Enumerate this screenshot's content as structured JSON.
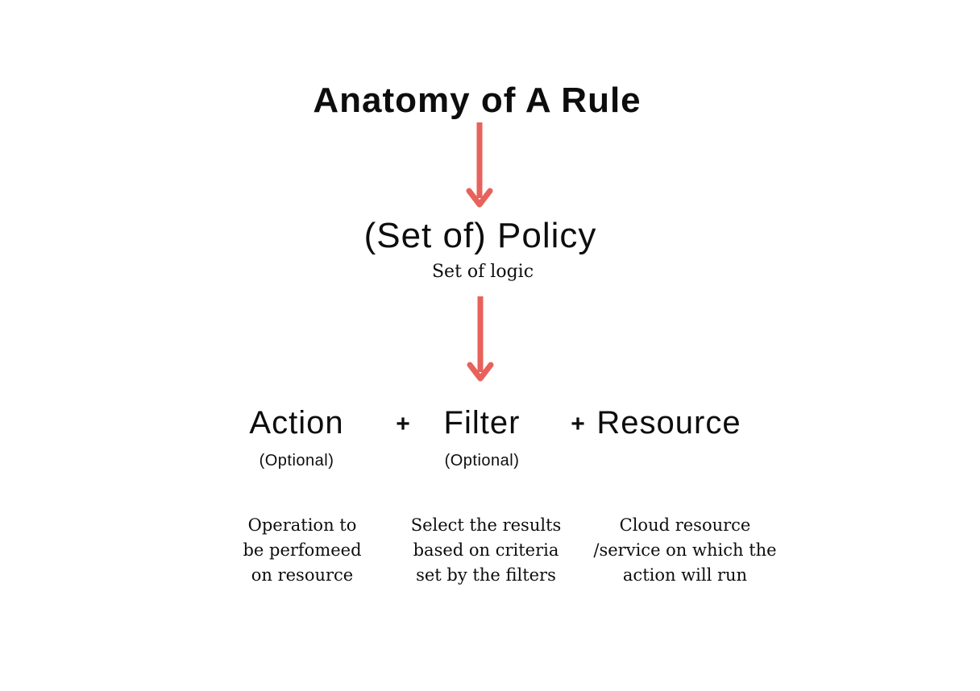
{
  "colors": {
    "background": "#ffffff",
    "text": "#0d0d0d",
    "arrow": "#e8625b"
  },
  "title": "Anatomy of A Rule",
  "policy": {
    "label": "(Set of) Policy",
    "sublabel": "Set of logic"
  },
  "plus": "+",
  "icons": {
    "arrow": "down-arrow-icon"
  },
  "components": [
    {
      "label": "Action",
      "optional": "(Optional)",
      "description_lines": [
        "Operation to",
        "be perfomeed",
        "on resource"
      ]
    },
    {
      "label": "Filter",
      "optional": "(Optional)",
      "description_lines": [
        "Select the results",
        "based on criteria",
        "set by the filters"
      ]
    },
    {
      "label": "Resource",
      "description_lines": [
        "Cloud resource",
        "/service on which the",
        "action will run"
      ]
    }
  ]
}
